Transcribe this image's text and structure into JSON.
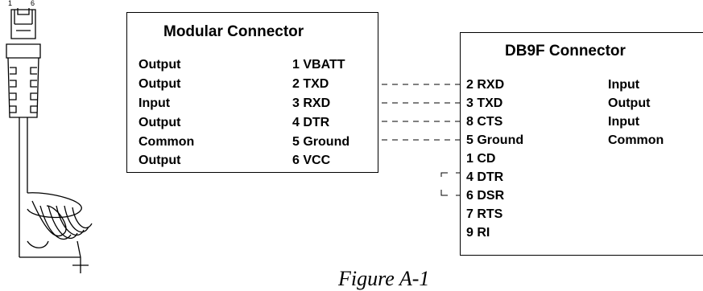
{
  "modular_connector": {
    "title": "Modular Connector",
    "rows": [
      {
        "signal": "Output",
        "pin": "1 VBATT"
      },
      {
        "signal": "Output",
        "pin": "2 TXD"
      },
      {
        "signal": "Input",
        "pin": "3 RXD"
      },
      {
        "signal": "Output",
        "pin": "4 DTR"
      },
      {
        "signal": "Common",
        "pin": "5 Ground"
      },
      {
        "signal": "Output",
        "pin": "6 VCC"
      }
    ]
  },
  "db9f_connector": {
    "title": "DB9F Connector",
    "rows": [
      {
        "pin": "2 RXD",
        "signal": "Input"
      },
      {
        "pin": "3 TXD",
        "signal": "Output"
      },
      {
        "pin": "8 CTS",
        "signal": "Input"
      },
      {
        "pin": "5 Ground",
        "signal": "Common"
      },
      {
        "pin": "1 CD",
        "signal": ""
      },
      {
        "pin": "4 DTR",
        "signal": ""
      },
      {
        "pin": "6 DSR",
        "signal": ""
      },
      {
        "pin": "7 RTS",
        "signal": ""
      },
      {
        "pin": "9 RI",
        "signal": ""
      }
    ]
  },
  "plug_labels": {
    "left": "1",
    "right": "6"
  },
  "caption": "Figure A-1"
}
